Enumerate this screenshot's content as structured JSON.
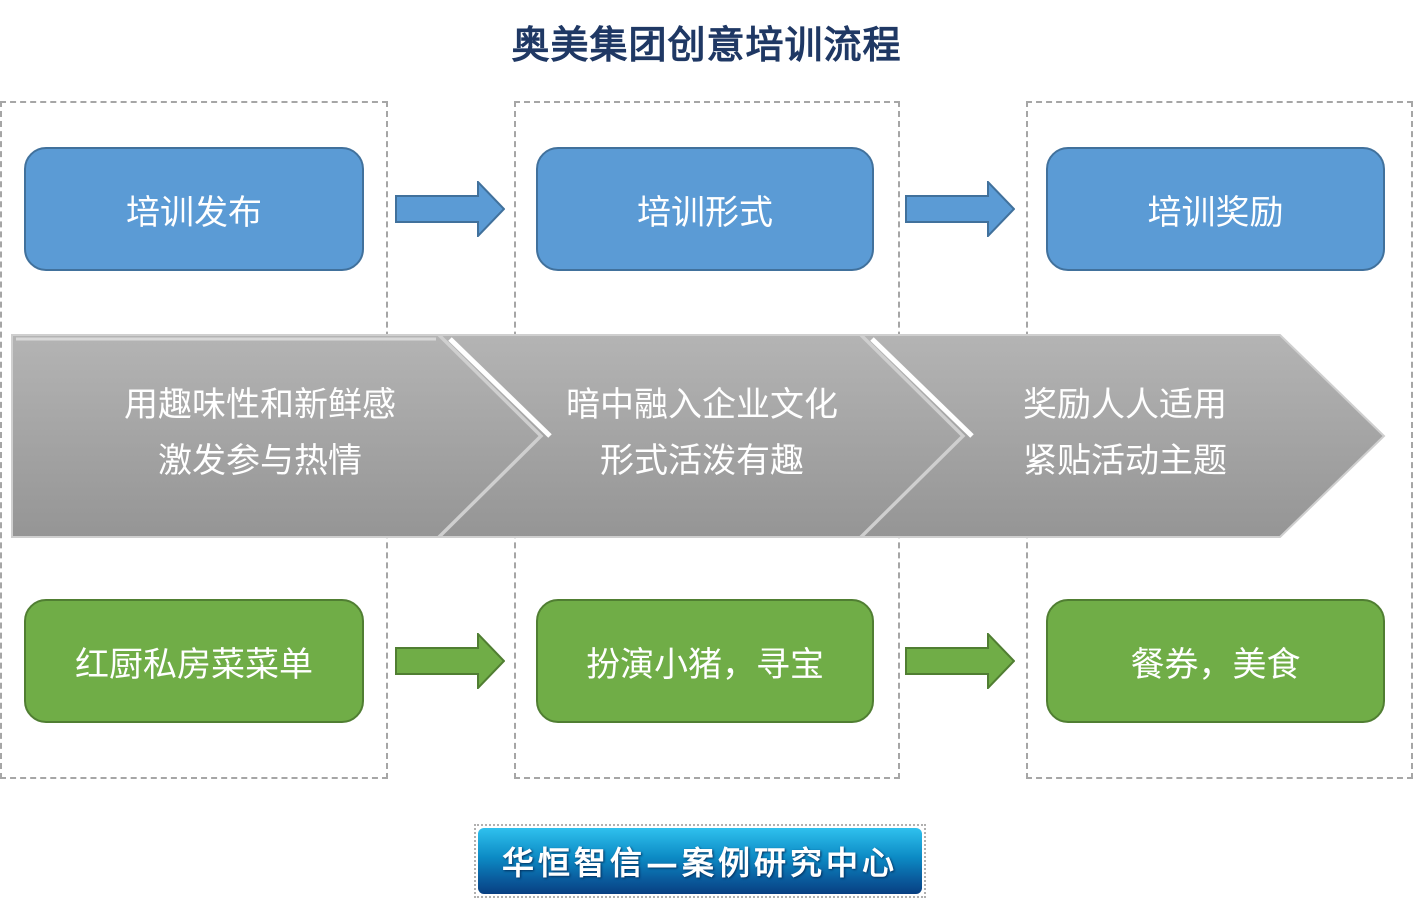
{
  "title": "奥美集团创意培训流程",
  "colors": {
    "title": "#1f3864",
    "blue": "#5b9bd5",
    "green": "#70ad47",
    "chevron": "#a9a9a9"
  },
  "top_row": [
    {
      "label": "培训发布"
    },
    {
      "label": "培训形式"
    },
    {
      "label": "培训奖励"
    }
  ],
  "chevrons": [
    {
      "line1": "用趣味性和新鲜感",
      "line2": "激发参与热情"
    },
    {
      "line1": "暗中融入企业文化",
      "line2": "形式活泼有趣"
    },
    {
      "line1": "奖励人人适用",
      "line2": "紧贴活动主题"
    }
  ],
  "bottom_row": [
    {
      "label": "红厨私房菜菜单"
    },
    {
      "label": "扮演小猪，寻宝"
    },
    {
      "label": "餐券，美食"
    }
  ],
  "footer": {
    "label": "华恒智信—案例研究中心"
  }
}
